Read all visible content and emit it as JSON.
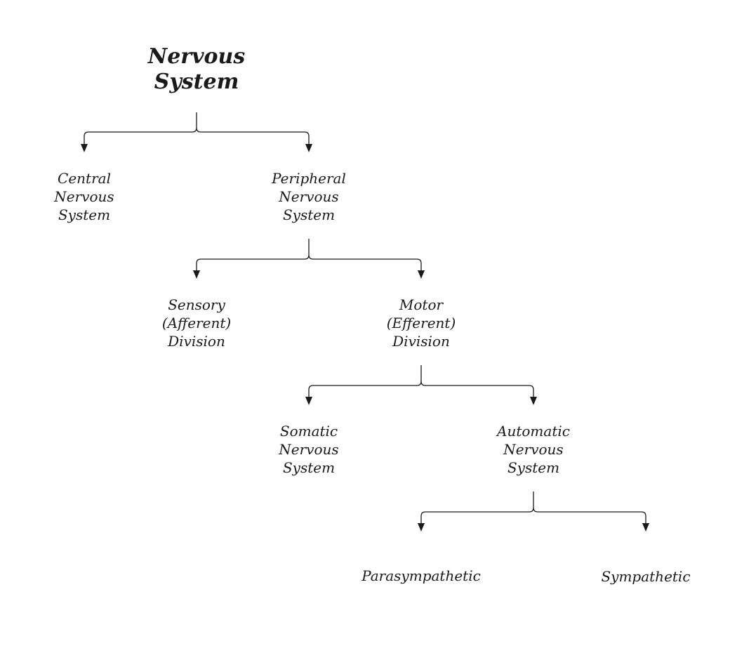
{
  "diagram": {
    "nodes": {
      "nervous_system": [
        "Nervous",
        "System"
      ],
      "central_nervous_system": [
        "Central",
        "Nervous",
        "System"
      ],
      "peripheral_nervous_system": [
        "Peripheral",
        "Nervous",
        "System"
      ],
      "sensory_division": [
        "Sensory",
        "(Afferent)",
        "Division"
      ],
      "motor_division": [
        "Motor",
        "(Efferent)",
        "Division"
      ],
      "somatic_nervous_system": [
        "Somatic",
        "Nervous",
        "System"
      ],
      "automatic_nervous_system": [
        "Automatic",
        "Nervous",
        "System"
      ],
      "parasympathetic": [
        "Parasympathetic"
      ],
      "sympathetic": [
        "Sympathetic"
      ]
    },
    "edges": [
      {
        "from": "nervous_system",
        "to": [
          "central_nervous_system",
          "peripheral_nervous_system"
        ]
      },
      {
        "from": "peripheral_nervous_system",
        "to": [
          "sensory_division",
          "motor_division"
        ]
      },
      {
        "from": "motor_division",
        "to": [
          "somatic_nervous_system",
          "automatic_nervous_system"
        ]
      },
      {
        "from": "automatic_nervous_system",
        "to": [
          "parasympathetic",
          "sympathetic"
        ]
      }
    ]
  }
}
